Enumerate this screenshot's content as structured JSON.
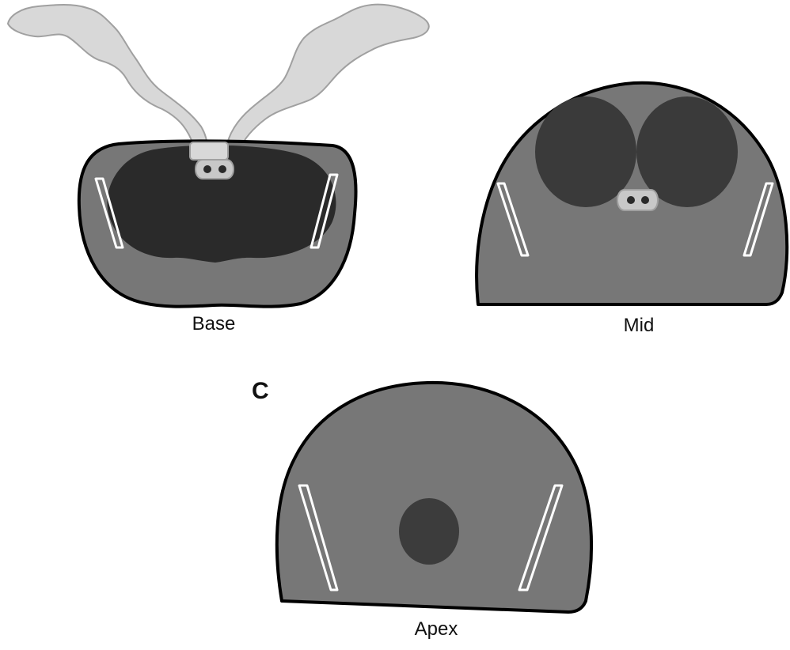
{
  "panel_letter": "C",
  "sections": [
    {
      "id": "base",
      "label": "Base"
    },
    {
      "id": "mid",
      "label": "Mid"
    },
    {
      "id": "apex",
      "label": "Apex"
    }
  ],
  "colors": {
    "outer_fill": "#777777",
    "gland_fill": "#2a2a2a",
    "mid_gland_fill": "#3a3a3a",
    "apex_core_fill": "#3c3c3c",
    "vesicle_fill": "#d8d8d8",
    "vesicle_stroke": "#a0a0a0",
    "urethra_fill": "#c8c8c8",
    "outline_stroke": "#000000",
    "bundle_stroke": "#ffffff"
  }
}
